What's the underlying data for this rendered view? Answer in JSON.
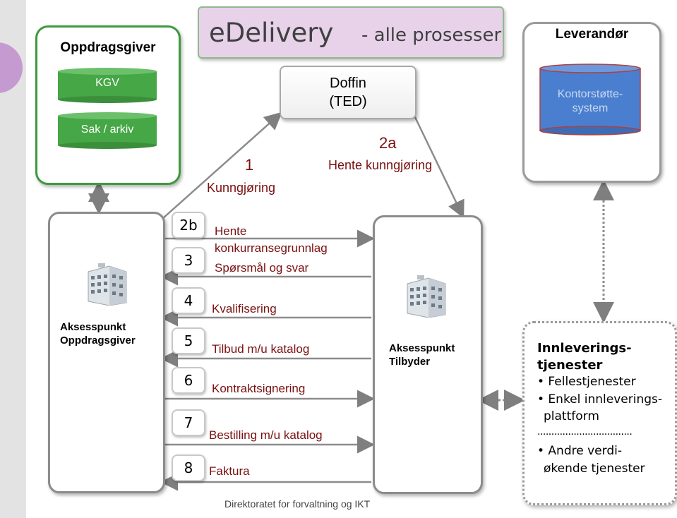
{
  "title": {
    "main": "eDelivery",
    "sub": "-  alle prosesser"
  },
  "oppdragsgiver": {
    "heading": "Oppdragsgiver",
    "systems": [
      "KGV",
      "Sak / arkiv"
    ]
  },
  "leverandor": {
    "heading": "Leverandør",
    "system_line1": "Kontorstøtte-",
    "system_line2": "system"
  },
  "doffin": {
    "line1": "Doffin",
    "line2": "(TED)"
  },
  "step1": {
    "number": "1",
    "label": "Kunngjøring"
  },
  "step2a": {
    "number": "2a",
    "label": "Hente  kunngjøring"
  },
  "aksesspunkt_oppdragsgiver": {
    "line1": "Aksesspunkt",
    "line2": "Oppdragsgiver"
  },
  "aksesspunkt_tilbyder": {
    "line1": "Aksesspunkt",
    "line2": "Tilbyder"
  },
  "steps": [
    {
      "number": "2b",
      "label": ""
    },
    {
      "number": "3",
      "label": "Hente"
    },
    {
      "number": "4",
      "label": "Kvalifisering"
    },
    {
      "number": "5",
      "label": "Tilbud m/u katalog"
    },
    {
      "number": "6",
      "label": "Kontraktsignering"
    },
    {
      "number": "7",
      "label": "Bestilling m/u katalog"
    },
    {
      "number": "8",
      "label": "Faktura"
    }
  ],
  "step3_extra": {
    "line2": "konkurransegrunnlag",
    "line3": "Spørsmål og svar"
  },
  "services": {
    "title_line1": "Innleverings-",
    "title_line2": "tjenester",
    "item1": "• Fellestjenester",
    "item2_line1": "• Enkel innleverings-",
    "item2_line2": "plattform",
    "dots": "..................................",
    "item3_line1": "• Andre verdi-",
    "item3_line2": "økende tjenester"
  },
  "footer": "Direktoratet for forvaltning og IKT",
  "colors": {
    "green": "#4caf50",
    "blue": "#4a7fd0",
    "step_text": "#7a1010",
    "title_bg": "#e8d2ea"
  }
}
